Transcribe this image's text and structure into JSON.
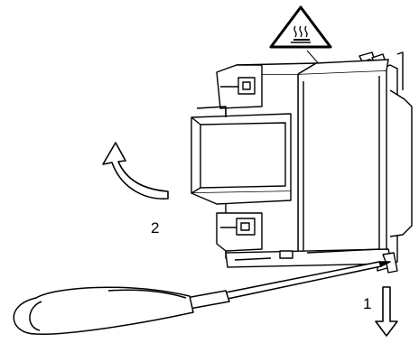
{
  "diagram": {
    "steps": [
      {
        "number": "1",
        "action": "push-down"
      },
      {
        "number": "2",
        "action": "rotate-out"
      }
    ],
    "warning_symbol": "hot-surface-warning-icon",
    "tool": "screwdriver-icon",
    "device": "din-rail-module",
    "line_color": "#000000",
    "background_color": "#ffffff"
  }
}
